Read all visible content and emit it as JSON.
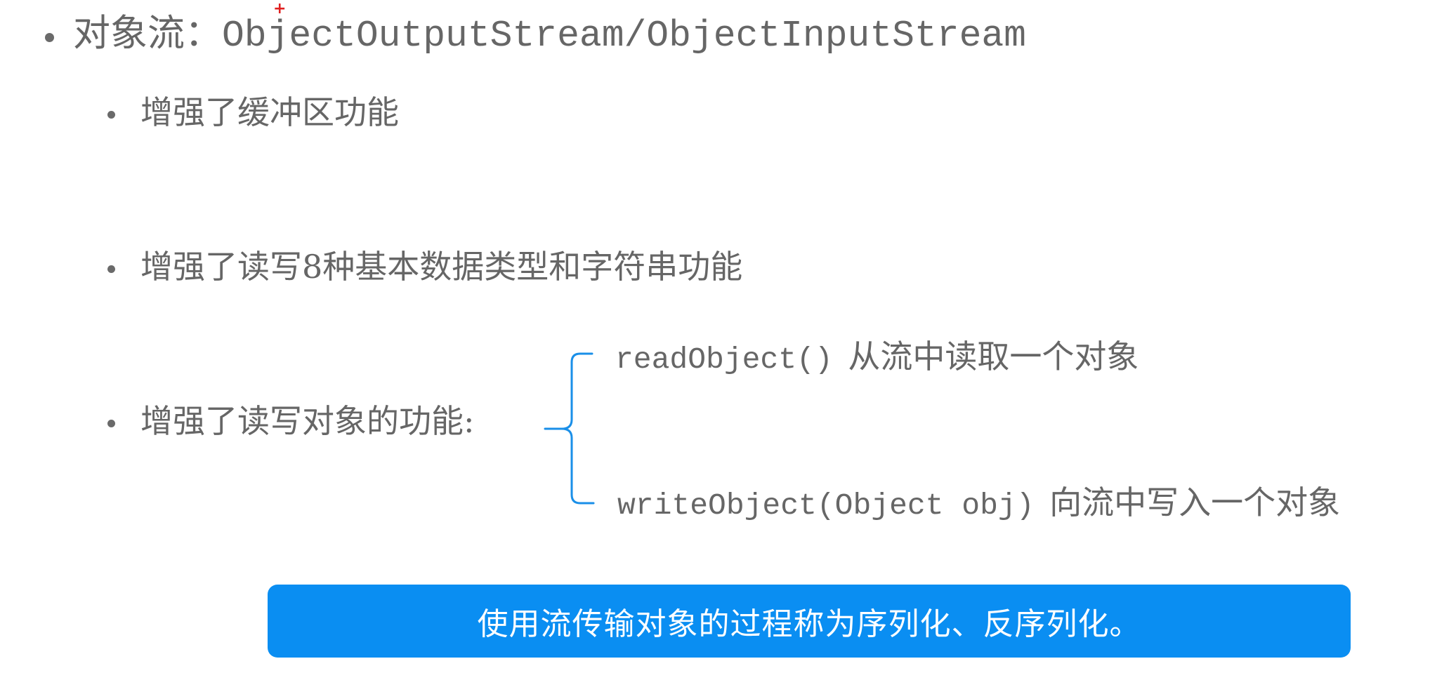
{
  "slide": {
    "heading": {
      "label": "对象流：",
      "classes": "ObjectOutputStream/ObjectInputStream"
    },
    "bullets": [
      {
        "text": "增强了缓冲区功能"
      },
      {
        "text": "增强了读写8种基本数据类型和字符串功能"
      },
      {
        "text": "增强了读写对象的功能:"
      }
    ],
    "methods": [
      {
        "signature": "readObject()",
        "description": "从流中读取一个对象"
      },
      {
        "signature": "writeObject(Object obj)",
        "description": "向流中写入一个对象"
      }
    ],
    "callout": {
      "text": "使用流传输对象的过程称为序列化、反序列化。",
      "color": "#0a8ef2"
    },
    "cursor_marker": "+",
    "colors": {
      "text": "#666666",
      "brace": "#1a8fe8",
      "marker": "#e02020"
    }
  }
}
